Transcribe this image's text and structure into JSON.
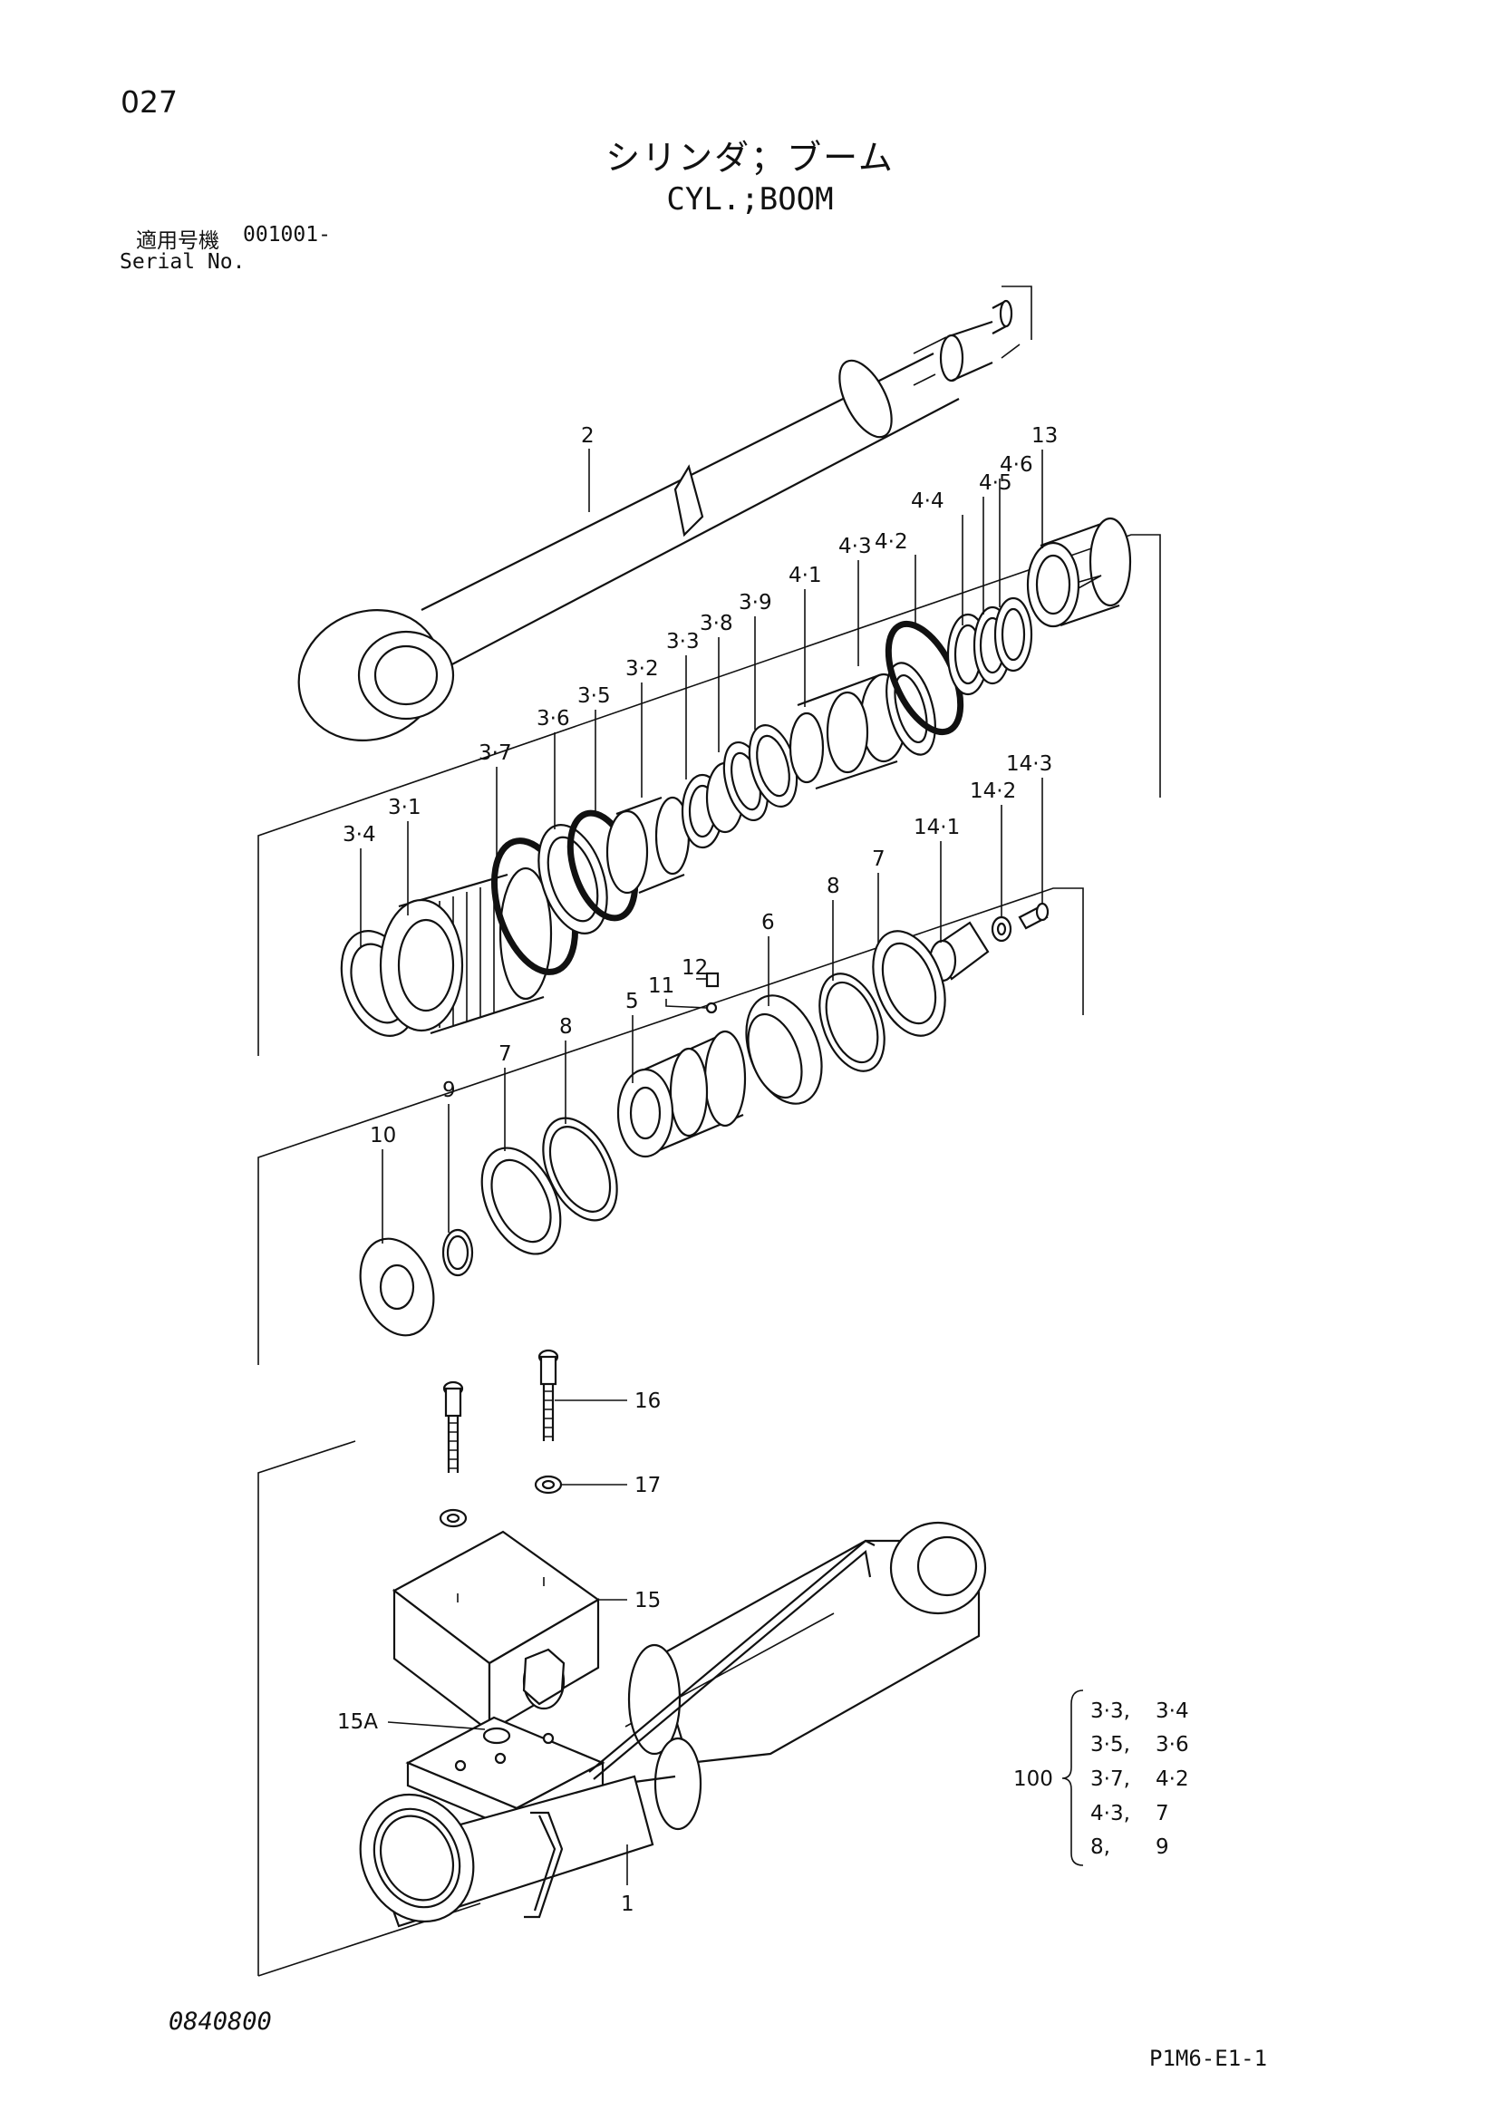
{
  "page": {
    "number": "027",
    "title_jp": "シリンダ；ブーム",
    "title_en": "CYL.;BOOM",
    "serial_label_jp": "適用号機",
    "serial_value": "001001-",
    "serial_label_en": "Serial No.",
    "drawing_number": "0840800",
    "page_code": "P1M6-E1-1"
  },
  "callouts": {
    "c2": "2",
    "c13": "13",
    "c4_6": "4·6",
    "c4_5": "4·5",
    "c4_4": "4·4",
    "c4_2": "4·2",
    "c4_3": "4·3",
    "c4_1": "4·1",
    "c3_9": "3·9",
    "c3_8": "3·8",
    "c3_3": "3·3",
    "c3_2": "3·2",
    "c3_5": "3·5",
    "c3_6": "3·6",
    "c3_7": "3·7",
    "c3_1": "3·1",
    "c3_4": "3·4",
    "c14_3": "14·3",
    "c14_2": "14·2",
    "c14_1": "14·1",
    "c7a": "7",
    "c8a": "8",
    "c6": "6",
    "c12": "12",
    "c11": "11",
    "c5": "5",
    "c8b": "8",
    "c7b": "7",
    "c9": "9",
    "c10": "10",
    "c16": "16",
    "c17": "17",
    "c15": "15",
    "c15A": "15A",
    "c1": "1"
  },
  "kit": {
    "label": "100",
    "rows": [
      [
        "3·3,",
        "3·4"
      ],
      [
        "3·5,",
        "3·6"
      ],
      [
        "3·7,",
        "4·2"
      ],
      [
        "4·3,",
        "7"
      ],
      [
        "8,",
        "9"
      ]
    ]
  }
}
